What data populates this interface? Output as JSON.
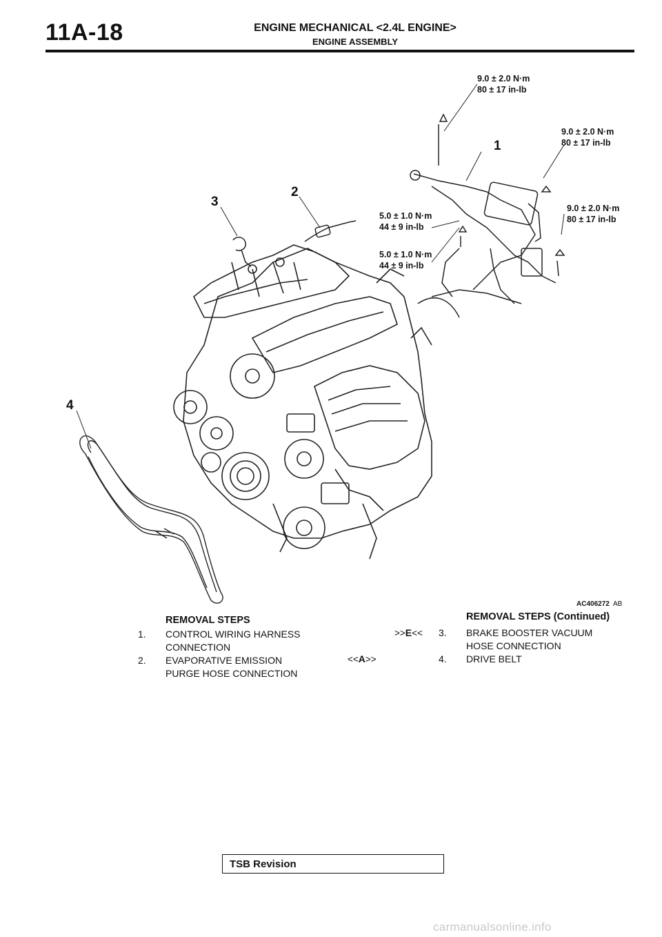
{
  "header": {
    "page_number": "11A-18",
    "title": "ENGINE MECHANICAL <2.4L ENGINE>",
    "subtitle": "ENGINE ASSEMBLY"
  },
  "figure": {
    "code": "AC406272",
    "suffix": "AB",
    "callouts": [
      "1",
      "2",
      "3",
      "4"
    ],
    "torque_specs": [
      {
        "nm": "9.0 ± 2.0 N·m",
        "inlb": "80 ± 17 in-lb"
      },
      {
        "nm": "9.0 ± 2.0 N·m",
        "inlb": "80 ± 17 in-lb"
      },
      {
        "nm": "9.0 ± 2.0 N·m",
        "inlb": "80 ± 17 in-lb"
      },
      {
        "nm": "5.0 ± 1.0 N·m",
        "inlb": "44 ± 9 in-lb"
      },
      {
        "nm": "5.0 ± 1.0 N·m",
        "inlb": "44 ± 9 in-lb"
      }
    ]
  },
  "removal_steps": {
    "heading": "REMOVAL STEPS",
    "heading_continued": "REMOVAL STEPS (Continued)",
    "left": [
      {
        "num": "1.",
        "line1": "CONTROL WIRING HARNESS",
        "line2": "CONNECTION"
      },
      {
        "num": "2.",
        "line1": "EVAPORATIVE EMISSION",
        "line2": "PURGE HOSE CONNECTION"
      }
    ],
    "right": [
      {
        "code_pre": ">>",
        "code": "E",
        "code_post": "<<",
        "num": "3.",
        "line1": "BRAKE BOOSTER VACUUM",
        "line2": "HOSE CONNECTION"
      },
      {
        "code_pre": "<<",
        "code": "A",
        "code_post": ">>",
        "num": "4.",
        "line1": "DRIVE BELT",
        "line2": ""
      }
    ]
  },
  "footer": {
    "label": "TSB Revision"
  },
  "watermark": "carmanualsonline.info"
}
